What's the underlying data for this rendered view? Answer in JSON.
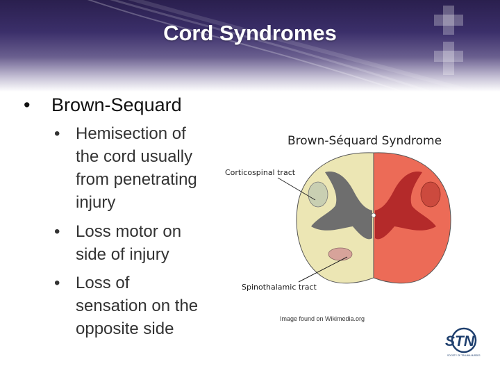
{
  "slide": {
    "title": "Cord Syndromes",
    "main_bullet": "Brown-Sequard",
    "sub_bullets": [
      [
        "Hemisection of",
        "the cord usually",
        "from penetrating",
        "injury"
      ],
      [
        "Loss motor on",
        "side of injury"
      ],
      [
        "Loss of",
        "sensation on the",
        "opposite side"
      ]
    ]
  },
  "diagram": {
    "title": "Brown-Séquard Syndrome",
    "label_top": "Corticospinal tract",
    "label_bottom": "Spinothalamic tract",
    "colors": {
      "unaffected": "#ece6b4",
      "unaffected_gray": "#6e6e6e",
      "affected": "#ec6b57",
      "affected_gray": "#b42a2a",
      "corticospinal_left": "#c9cfb2",
      "corticospinal_right": "#cc4a3e",
      "spinothalamic_left": "#d7a39a"
    }
  },
  "credit": "Image found on Wikimedia.org",
  "logo": {
    "text": "STN",
    "subtext": "SOCIETY OF TRAUMA NURSES"
  }
}
